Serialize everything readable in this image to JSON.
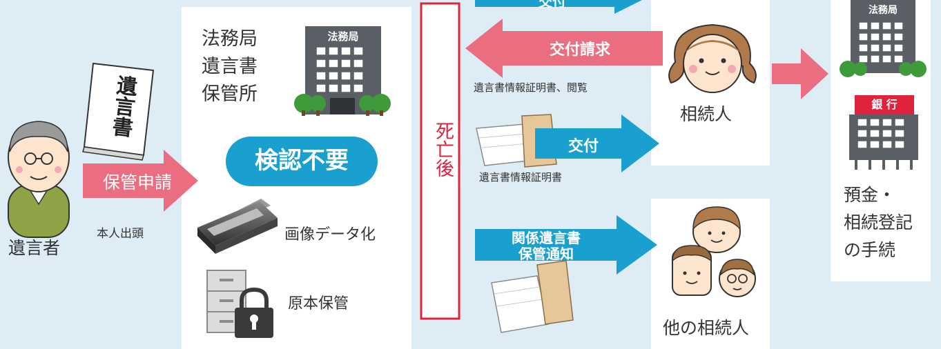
{
  "colors": {
    "background": "#deecf5",
    "pink_arrow": "#ea6e80",
    "blue_arrow": "#1aa0cf",
    "red_frame": "#e0233c",
    "pill": "#1aa0cf"
  },
  "testator": {
    "label": "遺言者"
  },
  "will_paper": {
    "text": "遺言書"
  },
  "submit_arrow": {
    "label": "保管申請",
    "caption": "本人出頭"
  },
  "office_panel": {
    "title_lines": [
      "法務局",
      "遺言書",
      "保管所"
    ],
    "building_sign": "法務局",
    "no_probate": "検認不要",
    "scan_label": "画像データ化",
    "store_label": "原本保管"
  },
  "death_frame": {
    "text": "死亡後"
  },
  "top_blue_arrow": {
    "label": "交付"
  },
  "request_arrow": {
    "label": "交付請求",
    "caption": "遺言書情報証明書、閲覧"
  },
  "issue_arrow": {
    "label": "交付",
    "caption": "遺言書情報証明書"
  },
  "notify_arrow": {
    "label_line1": "関係遺言書",
    "label_line2": "保管通知"
  },
  "heir": {
    "label": "相続人"
  },
  "other_heirs": {
    "label": "他の相続人"
  },
  "procedures": {
    "building_sign": "法務局",
    "bank_sign": "銀 行",
    "label_lines": [
      "預金・",
      "相続登記",
      "の手続"
    ]
  }
}
